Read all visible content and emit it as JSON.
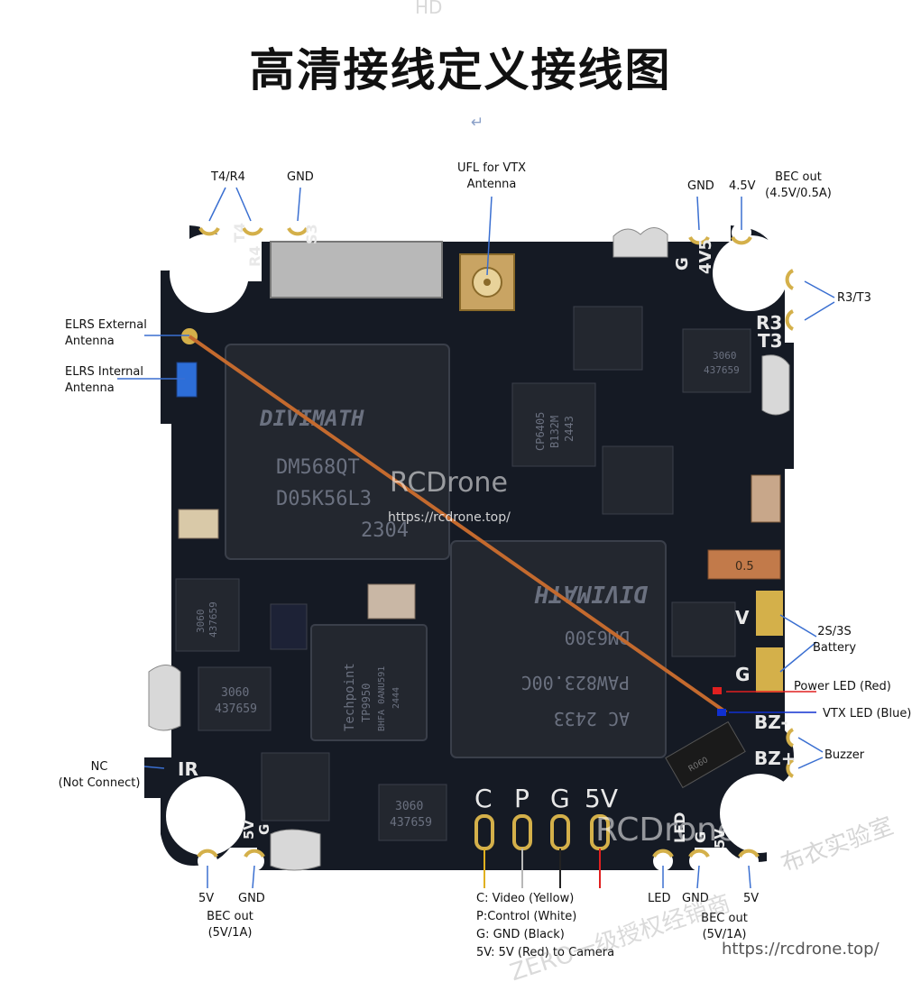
{
  "title": "高清接线定义接线图",
  "return_mark": "↵",
  "labels": {
    "t4r4": "T4/R4",
    "gnd_top": "GND",
    "ufl_line1": "UFL for VTX",
    "ufl_line2": "Antenna",
    "gnd_tr": "GND",
    "v45": "4.5V",
    "bec_out_tr_1": "BEC out",
    "bec_out_tr_2": "(4.5V/0.5A)",
    "r3t3": "R3/T3",
    "elrs_ext_1": "ELRS External",
    "elrs_ext_2": "Antenna",
    "elrs_int_1": "ELRS Internal",
    "elrs_int_2": "Antenna",
    "battery_1": "2S/3S",
    "battery_2": "Battery",
    "power_led": "Power LED (Red)",
    "vtx_led": "VTX LED (Blue)",
    "buzzer": "Buzzer",
    "nc_1": "NC",
    "nc_2": "(Not Connect)",
    "v5_bl": "5V",
    "gnd_bl": "GND",
    "bec_bl_1": "BEC out",
    "bec_bl_2": "(5V/1A)",
    "pin_c": "C: Video (Yellow)",
    "pin_p": "P:Control (White)",
    "pin_g": "G: GND (Black)",
    "pin_5v": "5V: 5V (Red) to Camera",
    "led_br": "LED",
    "gnd_br": "GND",
    "v5_br": "5V",
    "bec_br_1": "BEC out",
    "bec_br_2": "(5V/1A)"
  },
  "board": {
    "silkscreen": {
      "t4": "T4",
      "r4": "R4",
      "s3": "S3",
      "g_top": "G",
      "v45": "4V5",
      "r3": "R3",
      "t3": "T3",
      "v": "V",
      "g_right": "G",
      "bz_minus": "BZ-",
      "bz_plus": "BZ+",
      "ir": "IR",
      "pins_c": "C",
      "pins_p": "P",
      "pins_g": "G",
      "pins_5v": "5V",
      "led": "LED",
      "gnd_s": "G",
      "v5_bl": "5V",
      "v5_br": "5V",
      "g_bl": "G"
    },
    "chips": {
      "main_brand": "DIVIMATH",
      "main_model": "DM568QT",
      "main_code": "D05K56L3",
      "main_date": "2304",
      "dm6300_brand": "DIVIMATH",
      "dm6300_model": "DM6300",
      "dm6300_code": "PAW823.00C",
      "dm6300_lot": "AC 2433",
      "techpoint_brand": "Techpoint",
      "techpoint_model": "TP9950",
      "techpoint_code": "BHFA 0ANU591",
      "techpoint_date": "2444",
      "mos_a_1": "3060",
      "mos_a_2": "437659",
      "mos_b_1": "3060",
      "mos_b_2": "437659",
      "mos_c_1": "3060",
      "mos_c_2": "437659",
      "mos_d_1": "3060",
      "mos_d_2": "437659",
      "regulator_1": "CP6405",
      "regulator_2": "B132M",
      "regulator_3": "2443",
      "fuse": "0.5",
      "diode": "R060"
    },
    "colors": {
      "pcb": "#151a24",
      "pad": "#d4b04a",
      "antenna": "#c46a2e",
      "pointer": "#3a6fd1",
      "power_led": "#e02020",
      "vtx_led": "#1030d0",
      "wire_yellow": "#e0b020",
      "wire_white": "#b8b8b8",
      "wire_black": "#222222",
      "wire_red": "#e02020"
    }
  },
  "watermarks": {
    "center_big": "RCDrone",
    "center_url": "https://rcdrone.top/",
    "bottom_big": "RCDrone",
    "bottom_url": "https://rcdrone.top/",
    "diag": "ZERO一级授权经销商",
    "diag2": "布衣实验室",
    "top_faint": "HD"
  }
}
